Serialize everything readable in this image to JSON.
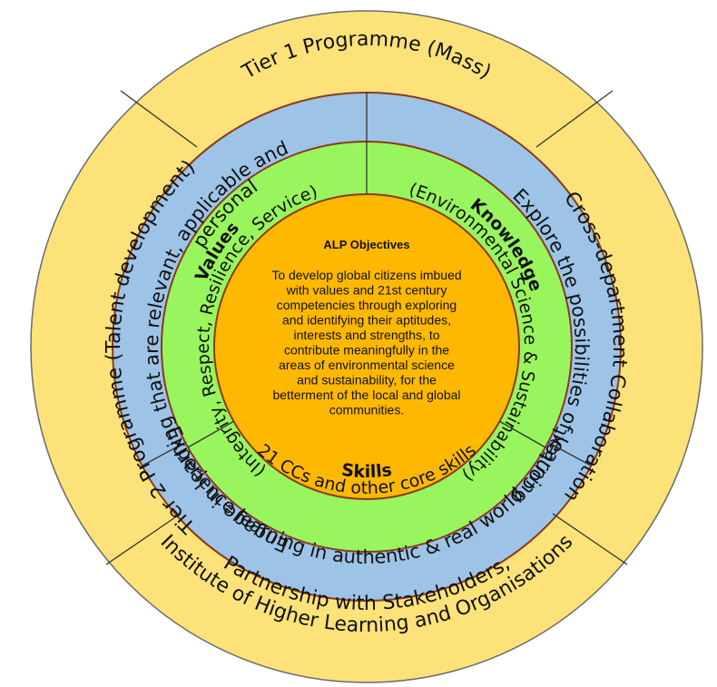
{
  "colors": {
    "outer_ring": "#FDE27A",
    "blue_ring": "#9DC3E6",
    "green_ring": "#98F55E",
    "core": "#FFB800",
    "outline": "#8B3A1A",
    "divider": "#333333"
  },
  "outer_ring": {
    "top": "Tier 1 Programme (Mass)",
    "right": "Cross-department Collaboration",
    "left": "Tier 2 Programme (Talent development)",
    "bottom_line1": "Partnership with Stakeholders,",
    "bottom_line2": "Institute of Higher Learning and Organisations"
  },
  "blue_ring": {
    "left_line1": "Engage in learning that are relevant, applicable and",
    "left_line2": "personal",
    "right": "Explore the possibilities of learning",
    "bottom": "Experience learning in authentic & real world context"
  },
  "green_ring": {
    "values_heading": "Values",
    "values_text": "(Integrity, Respect, Resilience, Service)",
    "knowledge_heading": "Knowledge",
    "knowledge_text": "(Environmental Science & Sustainability)",
    "skills_heading": "Skills",
    "skills_text": "21 CCs and other core skills"
  },
  "core": {
    "title": "ALP Objectives",
    "lines": [
      "To develop global citizens imbued",
      "with values and 21st century",
      "competencies through exploring",
      "and identifying their aptitudes,",
      "interests and strengths, to",
      "contribute meaningfully in the",
      "areas of environmental science",
      "and sustainability, for the",
      "betterment of the local and global",
      "communities."
    ]
  }
}
